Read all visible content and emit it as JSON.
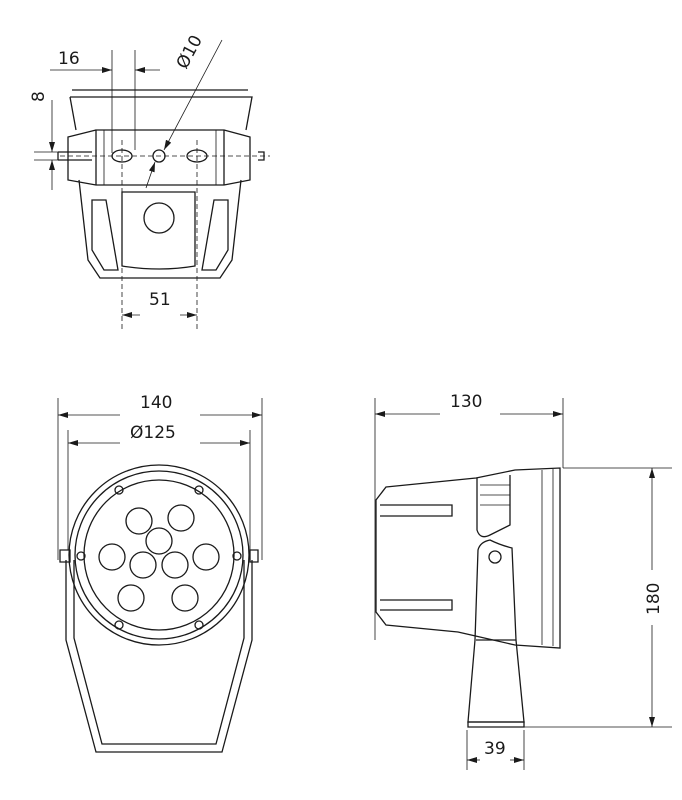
{
  "top_view": {
    "dim_slot_spacing": "16",
    "dim_slot_height": "8",
    "dim_hole_diameter": "Ø10",
    "dim_hole_spacing": "51"
  },
  "front_view": {
    "dim_width": "140",
    "dim_diameter": "Ø125"
  },
  "side_view": {
    "dim_depth": "130",
    "dim_height": "180",
    "dim_base_width": "39"
  }
}
